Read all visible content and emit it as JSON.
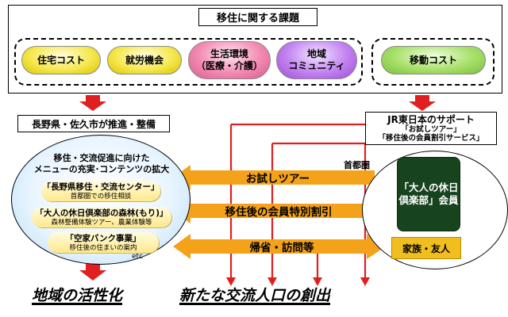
{
  "title": "移住に関する課題",
  "issues": [
    "住宅コスト",
    "就労機会",
    "生活環境\n（医療・介護）",
    "地域\nコミュニティ"
  ],
  "issue_move": "移動コスト",
  "left_label": "長野県・佐久市が推進・整備",
  "jr_box": {
    "title": "JR東日本のサポート",
    "lines": [
      "「お試しツアー」",
      "「移住後の会員割引サービス」"
    ]
  },
  "left_menu": {
    "head": "移住・交流促進に向けた\nメニューの充実･コンテンツの拡大",
    "items": [
      {
        "title": "「長野県移住・交流センター」",
        "sub": "首都圏での移住相談"
      },
      {
        "title": "「大人の休日倶楽部の森林(もり)」",
        "sub": "森林整備体験ツアー、農業体験等"
      },
      {
        "title": "「空家バンク事業」",
        "sub": "移住後の住まいの案内"
      }
    ],
    "etc": "etc"
  },
  "metro_label": "首都圏",
  "member_box": "「大人の休日\n倶楽部」会員",
  "family_box": "家族・友人",
  "arrows": [
    "お試しツアー",
    "移住後の会員特別割引",
    "帰省・訪問等"
  ],
  "bottom": [
    "地域の活性化",
    "新たな交流人口の創出"
  ],
  "colors": {
    "arrow_orange": "#f4a21a",
    "arrow_red": "#e02020",
    "member_green": "#17431e",
    "family_gold": "#f0be1e"
  }
}
